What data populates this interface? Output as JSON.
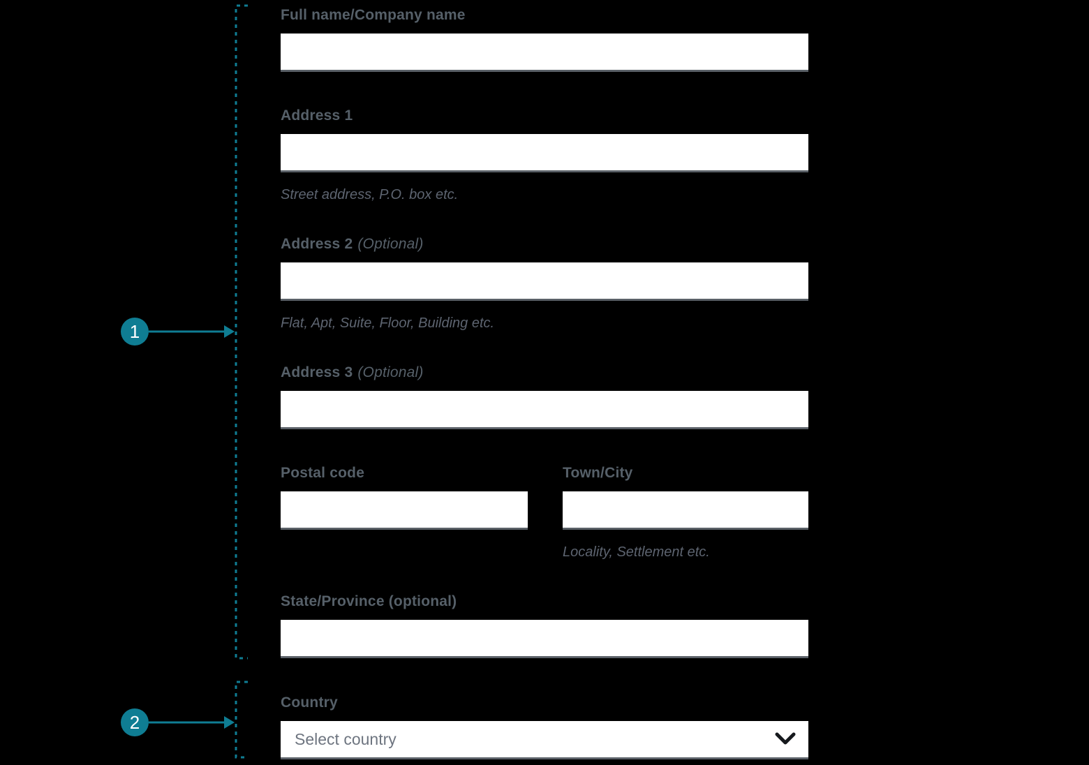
{
  "colors": {
    "background": "#000000",
    "accent_teal": "#0f7d93",
    "label_text": "#566069",
    "hint_text": "#5d6470",
    "placeholder_text": "#6e7580",
    "input_background": "#ffffff",
    "input_bottom_border": "#5a6067",
    "marker_text": "#ffffff",
    "chevron": "#16191d"
  },
  "annotations": {
    "marker1": {
      "number": "1"
    },
    "marker2": {
      "number": "2"
    }
  },
  "form": {
    "full_name": {
      "label": "Full name/Company name",
      "value": ""
    },
    "address1": {
      "label": "Address 1",
      "hint": "Street address, P.O. box etc.",
      "value": ""
    },
    "address2": {
      "label": "Address 2",
      "optional_suffix": "(Optional)",
      "hint": "Flat, Apt, Suite, Floor, Building etc.",
      "value": ""
    },
    "address3": {
      "label": "Address 3",
      "optional_suffix": "(Optional)",
      "value": ""
    },
    "postal_code": {
      "label": "Postal code",
      "value": ""
    },
    "town_city": {
      "label": "Town/City",
      "hint": "Locality, Settlement etc.",
      "value": ""
    },
    "state_province": {
      "label": "State/Province (optional)",
      "value": ""
    },
    "country": {
      "label": "Country",
      "selected_value": "Select country"
    }
  }
}
